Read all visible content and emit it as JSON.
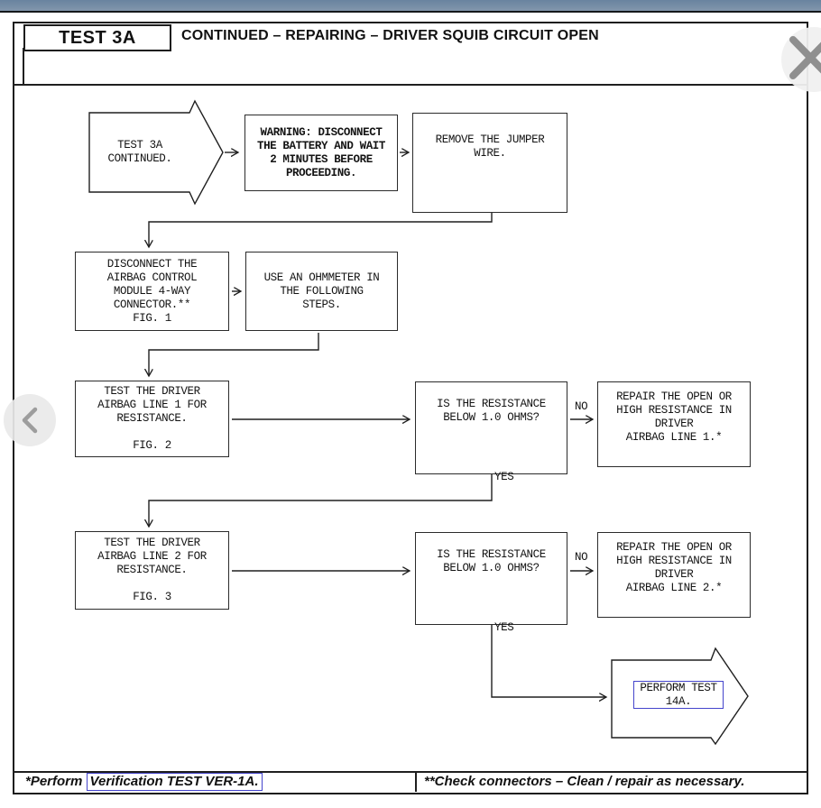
{
  "header": {
    "test_label": "TEST 3A",
    "title": "CONTINUED – REPAIRING – DRIVER SQUIB CIRCUIT OPEN"
  },
  "flowchart": {
    "start": "TEST 3A\nCONTINUED.",
    "warning": "WARNING: DISCONNECT\nTHE BATTERY AND WAIT\n2 MINUTES BEFORE\nPROCEEDING.",
    "remove_jumper": "REMOVE THE JUMPER\nWIRE.",
    "disconnect_module": "DISCONNECT THE\nAIRBAG CONTROL\nMODULE 4-WAY\nCONNECTOR.**\nFIG. 1",
    "use_ohmmeter": "USE AN OHMMETER IN\nTHE FOLLOWING\nSTEPS.",
    "test_line1": "TEST THE DRIVER\nAIRBAG LINE 1 FOR\nRESISTANCE.\n\nFIG. 2",
    "decision1": "IS THE RESISTANCE\nBELOW 1.0 OHMS?",
    "repair1": "REPAIR THE OPEN OR\nHIGH RESISTANCE IN\nDRIVER\nAIRBAG LINE 1.*",
    "test_line2": "TEST THE DRIVER\nAIRBAG LINE 2 FOR\nRESISTANCE.\n\nFIG. 3",
    "decision2": "IS THE RESISTANCE\nBELOW 1.0 OHMS?",
    "repair2": "REPAIR THE OPEN OR\nHIGH RESISTANCE IN\nDRIVER\nAIRBAG LINE 2.*",
    "perform_test": "PERFORM TEST\n14A.",
    "no1": "NO",
    "yes1": "YES",
    "no2": "NO",
    "yes2": "YES"
  },
  "footnotes": {
    "left_prefix": "*Perform ",
    "left_link": "Verification TEST VER-1A.",
    "right": "**Check connectors – Clean / repair as necessary."
  },
  "colors": {
    "accent_blue": "#4444cc",
    "topbar_blue": "#7b92aa",
    "line_black": "#1f1f1f"
  }
}
